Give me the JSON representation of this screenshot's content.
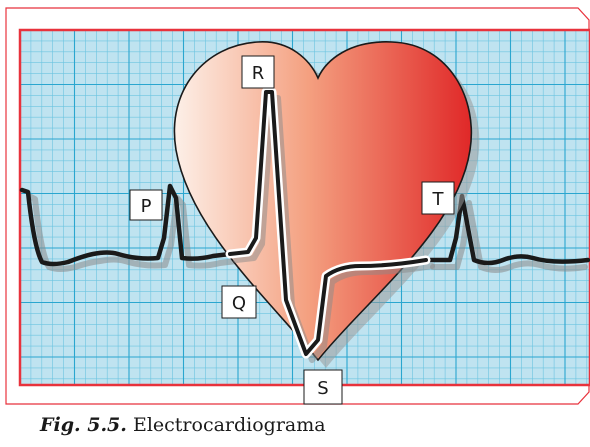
{
  "figure": {
    "wave_labels": {
      "p": "P",
      "q": "Q",
      "r": "R",
      "s": "S",
      "t": "T"
    }
  },
  "caption": {
    "figure_number": "Fig. 5.5.",
    "text": "Electrocardiograma"
  },
  "colors": {
    "grid_background": "#bfe3f0",
    "grid_major": "#2aa6cf",
    "grid_minor": "#6cc4e0",
    "frame_red": "#e8323c",
    "heart_light": "#fbe6dc",
    "heart_dark": "#e02828",
    "ecg_trace": "#1a1a1a"
  }
}
